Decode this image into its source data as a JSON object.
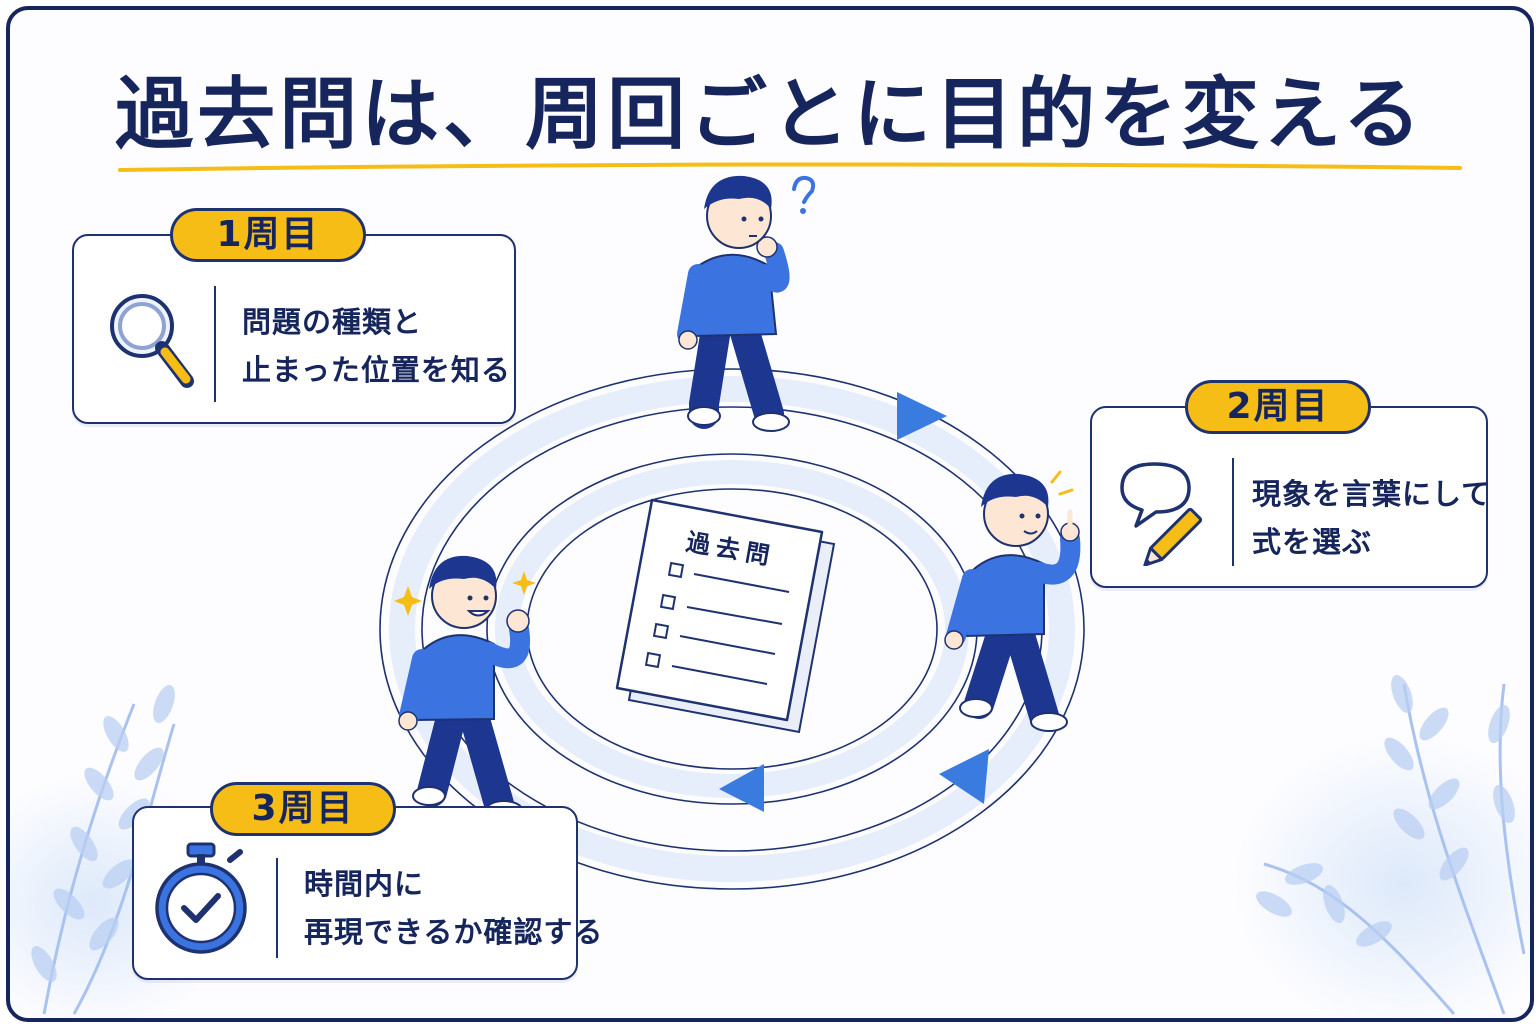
{
  "title": "過去問は、周回ごとに目的を変える",
  "document": {
    "label": "過去問"
  },
  "laps": [
    {
      "badge": "1周目",
      "lines": [
        "問題の種類と",
        "止まった位置を知る"
      ],
      "icon": "magnifier-icon"
    },
    {
      "badge": "2周目",
      "lines": [
        "現象を言葉にして",
        "式を選ぶ"
      ],
      "icon": "speech-bubble-pencil-icon"
    },
    {
      "badge": "3周目",
      "lines": [
        "時間内に",
        "再現できるか確認する"
      ],
      "icon": "stopwatch-icon"
    }
  ],
  "colors": {
    "navy": "#16265c",
    "badge_yellow": "#f6bd16",
    "hoodie_blue": "#3b73e0",
    "arrow_blue": "#3a7be0",
    "ring_blue": "#e7eefb"
  },
  "characters": [
    {
      "lap": "1周目",
      "expression": "thinking",
      "symbol": "question-mark-icon"
    },
    {
      "lap": "2周目",
      "expression": "idea",
      "symbol": "spark-lines-icon"
    },
    {
      "lap": "3周目",
      "expression": "confident",
      "symbol": "sparkle-icon"
    }
  ]
}
